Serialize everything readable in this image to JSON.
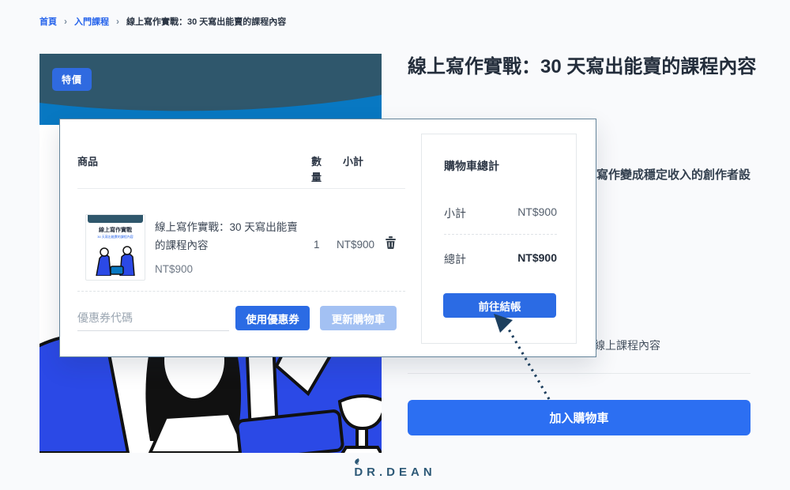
{
  "breadcrumb": {
    "separator": "›",
    "items": [
      {
        "label": "首頁"
      },
      {
        "label": "入門課程"
      },
      {
        "label": "線上寫作實戰：30 天寫出能賣的課程內容"
      }
    ]
  },
  "product": {
    "badge": "特價",
    "title": "線上寫作實戰：30 天寫出能賣的課程內容",
    "background_snippet_bold": "寫作變成穩定收入的創作者設",
    "background_snippet": "線上課程內容",
    "add_to_cart_label": "加入購物車"
  },
  "cart_modal": {
    "columns": {
      "product": "商品",
      "quantity": "數量",
      "subtotal": "小計"
    },
    "item": {
      "name": "線上寫作實戰：30 天寫出能賣 的課程內容",
      "price": "NT$900",
      "quantity": "1",
      "subtotal": "NT$900",
      "thumb_title": "線上寫作實戰",
      "thumb_subtitle": "30 天寫出能賣的課程內容"
    },
    "coupon": {
      "placeholder": "優惠券代碼",
      "apply_label": "使用優惠券",
      "update_label": "更新購物車"
    },
    "totals": {
      "title": "購物車總計",
      "subtotal_label": "小計",
      "subtotal_value": "NT$900",
      "total_label": "總計",
      "total_value": "NT$900",
      "checkout_label": "前往結帳"
    }
  },
  "footer": {
    "logo_text": "DR.DEAN"
  },
  "colors": {
    "accent_blue": "#2b6be4",
    "primary_button_blue": "#2c6ff2",
    "disabled_button_blue": "#a3c1f3",
    "badge_blue": "#2f6ae0",
    "hero_dark_slate": "#2f576c",
    "hero_bright_blue": "#0878c2",
    "illustration_royal_blue": "#2b49e6",
    "arrow_navy": "#1d3f5e",
    "logo_navy": "#2d5977"
  }
}
